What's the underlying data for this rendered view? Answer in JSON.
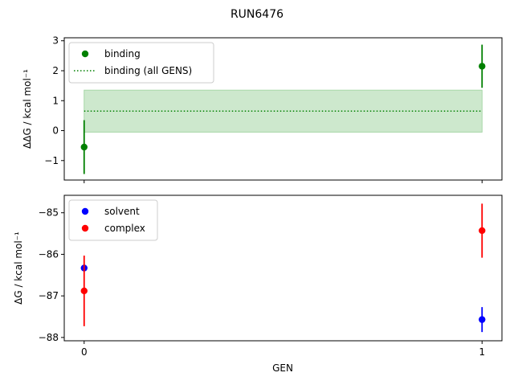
{
  "figure": {
    "title": "RUN6476",
    "xlabel": "GEN"
  },
  "colors": {
    "binding": "#008000",
    "band": "#cde8cd",
    "band_edge": "#a6d6a6",
    "solvent": "#0000ff",
    "complex": "#ff0000",
    "axis": "#000000"
  },
  "chart_data": [
    {
      "type": "scatter",
      "ylabel": "ΔΔG / kcal mol⁻¹",
      "ylim": [
        -1.65,
        3.1
      ],
      "yticks": [
        -1,
        0,
        1,
        2,
        3
      ],
      "ytick_labels": [
        "−1",
        "0",
        "1",
        "2",
        "3"
      ],
      "xlim": [
        -0.05,
        1.05
      ],
      "xticks": [
        0,
        1
      ],
      "xtick_labels": [
        "",
        ""
      ],
      "legend_position": "top-left",
      "series": [
        {
          "name": "binding",
          "color_key": "binding",
          "x": [
            0,
            1
          ],
          "y": [
            -0.55,
            2.15
          ],
          "err": [
            0.9,
            0.72
          ]
        }
      ],
      "reference": {
        "name": "binding (all GENS)",
        "color_key": "binding",
        "x": [
          0,
          1
        ],
        "value": 0.65,
        "band": [
          -0.05,
          1.35
        ]
      }
    },
    {
      "type": "scatter",
      "ylabel": "ΔG / kcal mol⁻¹",
      "ylim": [
        -88.08,
        -84.58
      ],
      "yticks": [
        -88,
        -87,
        -86,
        -85
      ],
      "ytick_labels": [
        "−88",
        "−87",
        "−86",
        "−85"
      ],
      "xlim": [
        -0.05,
        1.05
      ],
      "xticks": [
        0,
        1
      ],
      "xtick_labels": [
        "0",
        "1"
      ],
      "legend_position": "top-left",
      "series": [
        {
          "name": "solvent",
          "color_key": "solvent",
          "x": [
            0,
            1
          ],
          "y": [
            -86.33,
            -87.57
          ],
          "err": [
            0.0,
            0.3
          ]
        },
        {
          "name": "complex",
          "color_key": "complex",
          "x": [
            0,
            1
          ],
          "y": [
            -86.88,
            -85.43
          ],
          "err": [
            0.85,
            0.65
          ]
        }
      ]
    }
  ]
}
